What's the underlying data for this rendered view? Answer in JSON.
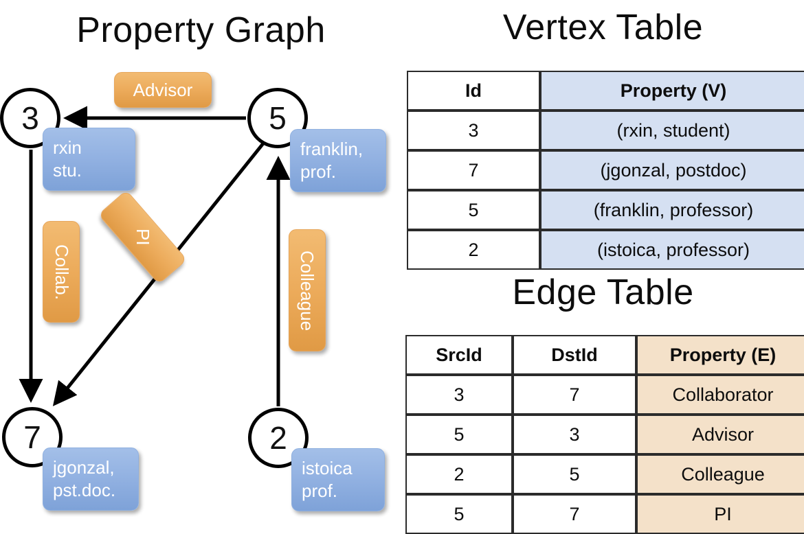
{
  "titles": {
    "property_graph": "Property Graph",
    "vertex_table": "Vertex Table",
    "edge_table": "Edge Table"
  },
  "graph": {
    "nodes": [
      {
        "id": "3",
        "label_line1": "rxin",
        "label_line2": "stu."
      },
      {
        "id": "5",
        "label_line1": "franklin,",
        "label_line2": "prof."
      },
      {
        "id": "7",
        "label_line1": "jgonzal,",
        "label_line2": "pst.doc."
      },
      {
        "id": "2",
        "label_line1": "istoica",
        "label_line2": "prof."
      }
    ],
    "edge_labels": [
      {
        "name": "advisor",
        "text": "Advisor"
      },
      {
        "name": "collab",
        "text": "Collab."
      },
      {
        "name": "pi",
        "text": "PI"
      },
      {
        "name": "colleague",
        "text": "Colleague"
      }
    ]
  },
  "vertex_table": {
    "headers": [
      "Id",
      "Property (V)"
    ],
    "rows": [
      [
        "3",
        "(rxin, student)"
      ],
      [
        "7",
        "(jgonzal, postdoc)"
      ],
      [
        "5",
        "(franklin, professor)"
      ],
      [
        "2",
        "(istoica, professor)"
      ]
    ]
  },
  "edge_table": {
    "headers": [
      "SrcId",
      "DstId",
      "Property (E)"
    ],
    "rows": [
      [
        "3",
        "7",
        "Collaborator"
      ],
      [
        "5",
        "3",
        "Advisor"
      ],
      [
        "2",
        "5",
        "Colleague"
      ],
      [
        "5",
        "7",
        "PI"
      ]
    ]
  },
  "colors": {
    "vertex_fill": "#d5e0f2",
    "edge_fill": "#f4e1c9",
    "node_box_blue": "#93b2e2",
    "edge_box_orange": "#ecab5b",
    "stroke": "#000000"
  }
}
